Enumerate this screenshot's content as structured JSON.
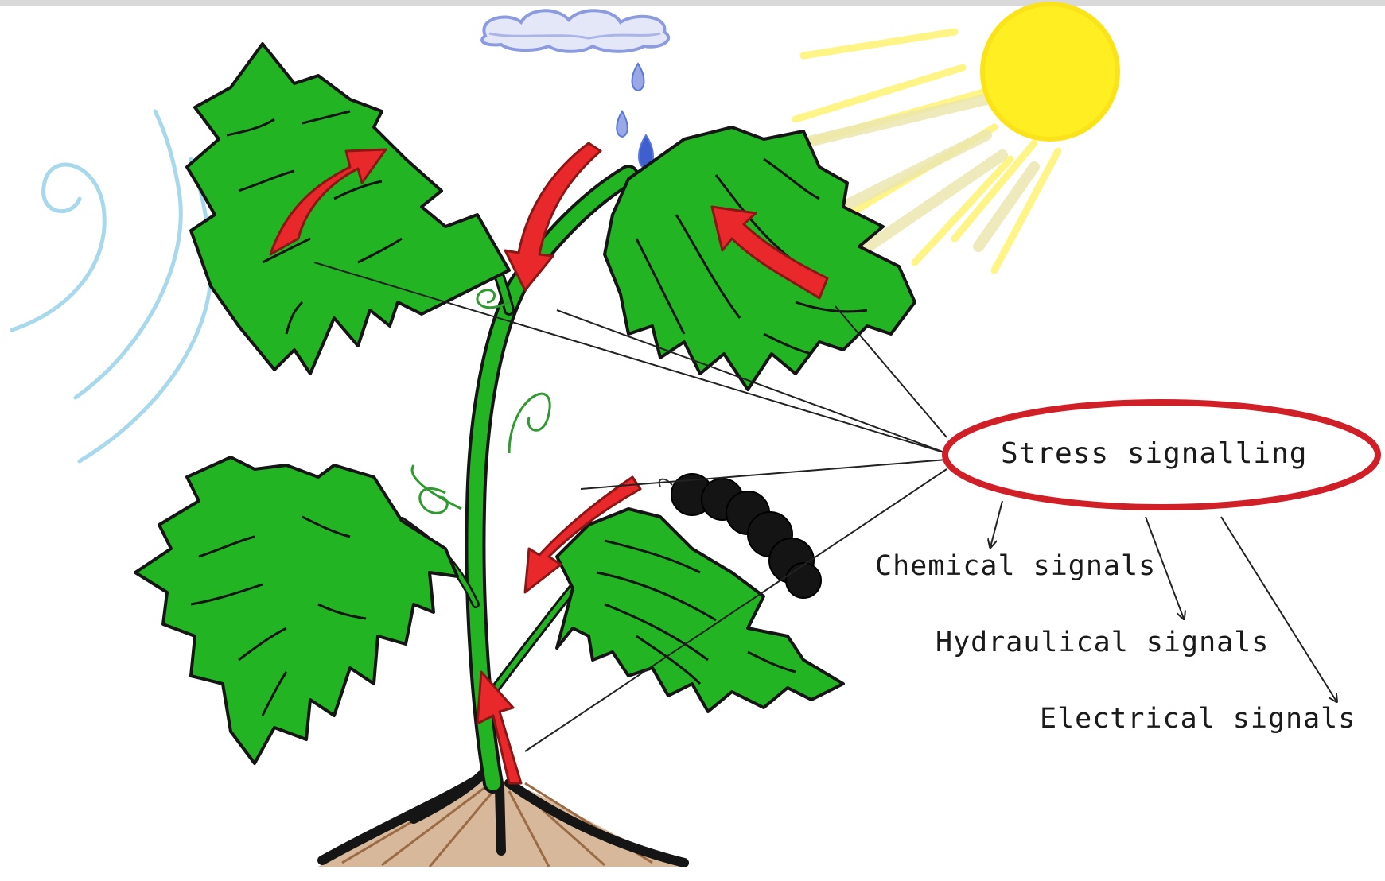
{
  "diagram": {
    "central_label": "Stress signalling",
    "signal_types": [
      "Chemical signals",
      "Hydraulical signals",
      "Electrical signals"
    ]
  },
  "colors": {
    "leaf": "#22b422",
    "arrow": "#e8282a",
    "ellipse": "#d11f27",
    "sun": "#ffee22",
    "wind": "#a8d8ec",
    "cloud": "#8c9bdf",
    "rain": "#5a78d6",
    "caterpillar": "#141414",
    "soil": "#9b6b45"
  },
  "icons": [
    "plant-illustration",
    "sun-icon",
    "cloud-icon",
    "wind-icon",
    "caterpillar-icon"
  ]
}
